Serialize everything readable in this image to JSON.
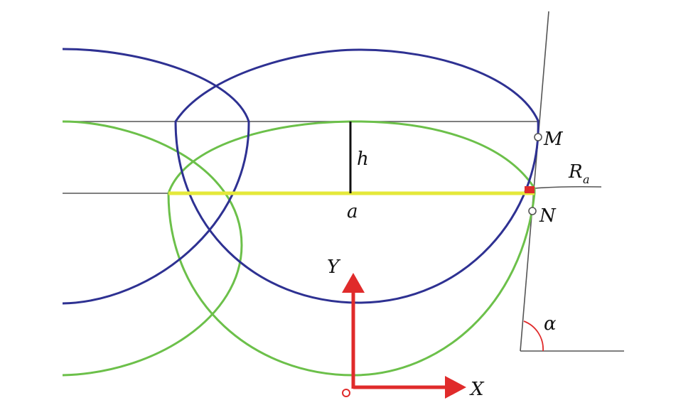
{
  "labels": {
    "h": "h",
    "a": "a",
    "M": "M",
    "N": "N",
    "R": "R",
    "R_sub": "a",
    "alpha": "α",
    "Y": "Y",
    "X": "X"
  },
  "colors": {
    "background": "#ffffff",
    "blue_arc": "#2e3192",
    "green_arc": "#6cc04a",
    "yellow_line": "#e5e83a",
    "red_axis": "#e02b2b",
    "grey_line": "#555555",
    "h_line": "#111111",
    "marker_circle": "#555555",
    "angle_arc": "#e02b2b"
  },
  "icons": {
    "point_marker": "small-circle",
    "origin_marker": "hollow-circle"
  }
}
